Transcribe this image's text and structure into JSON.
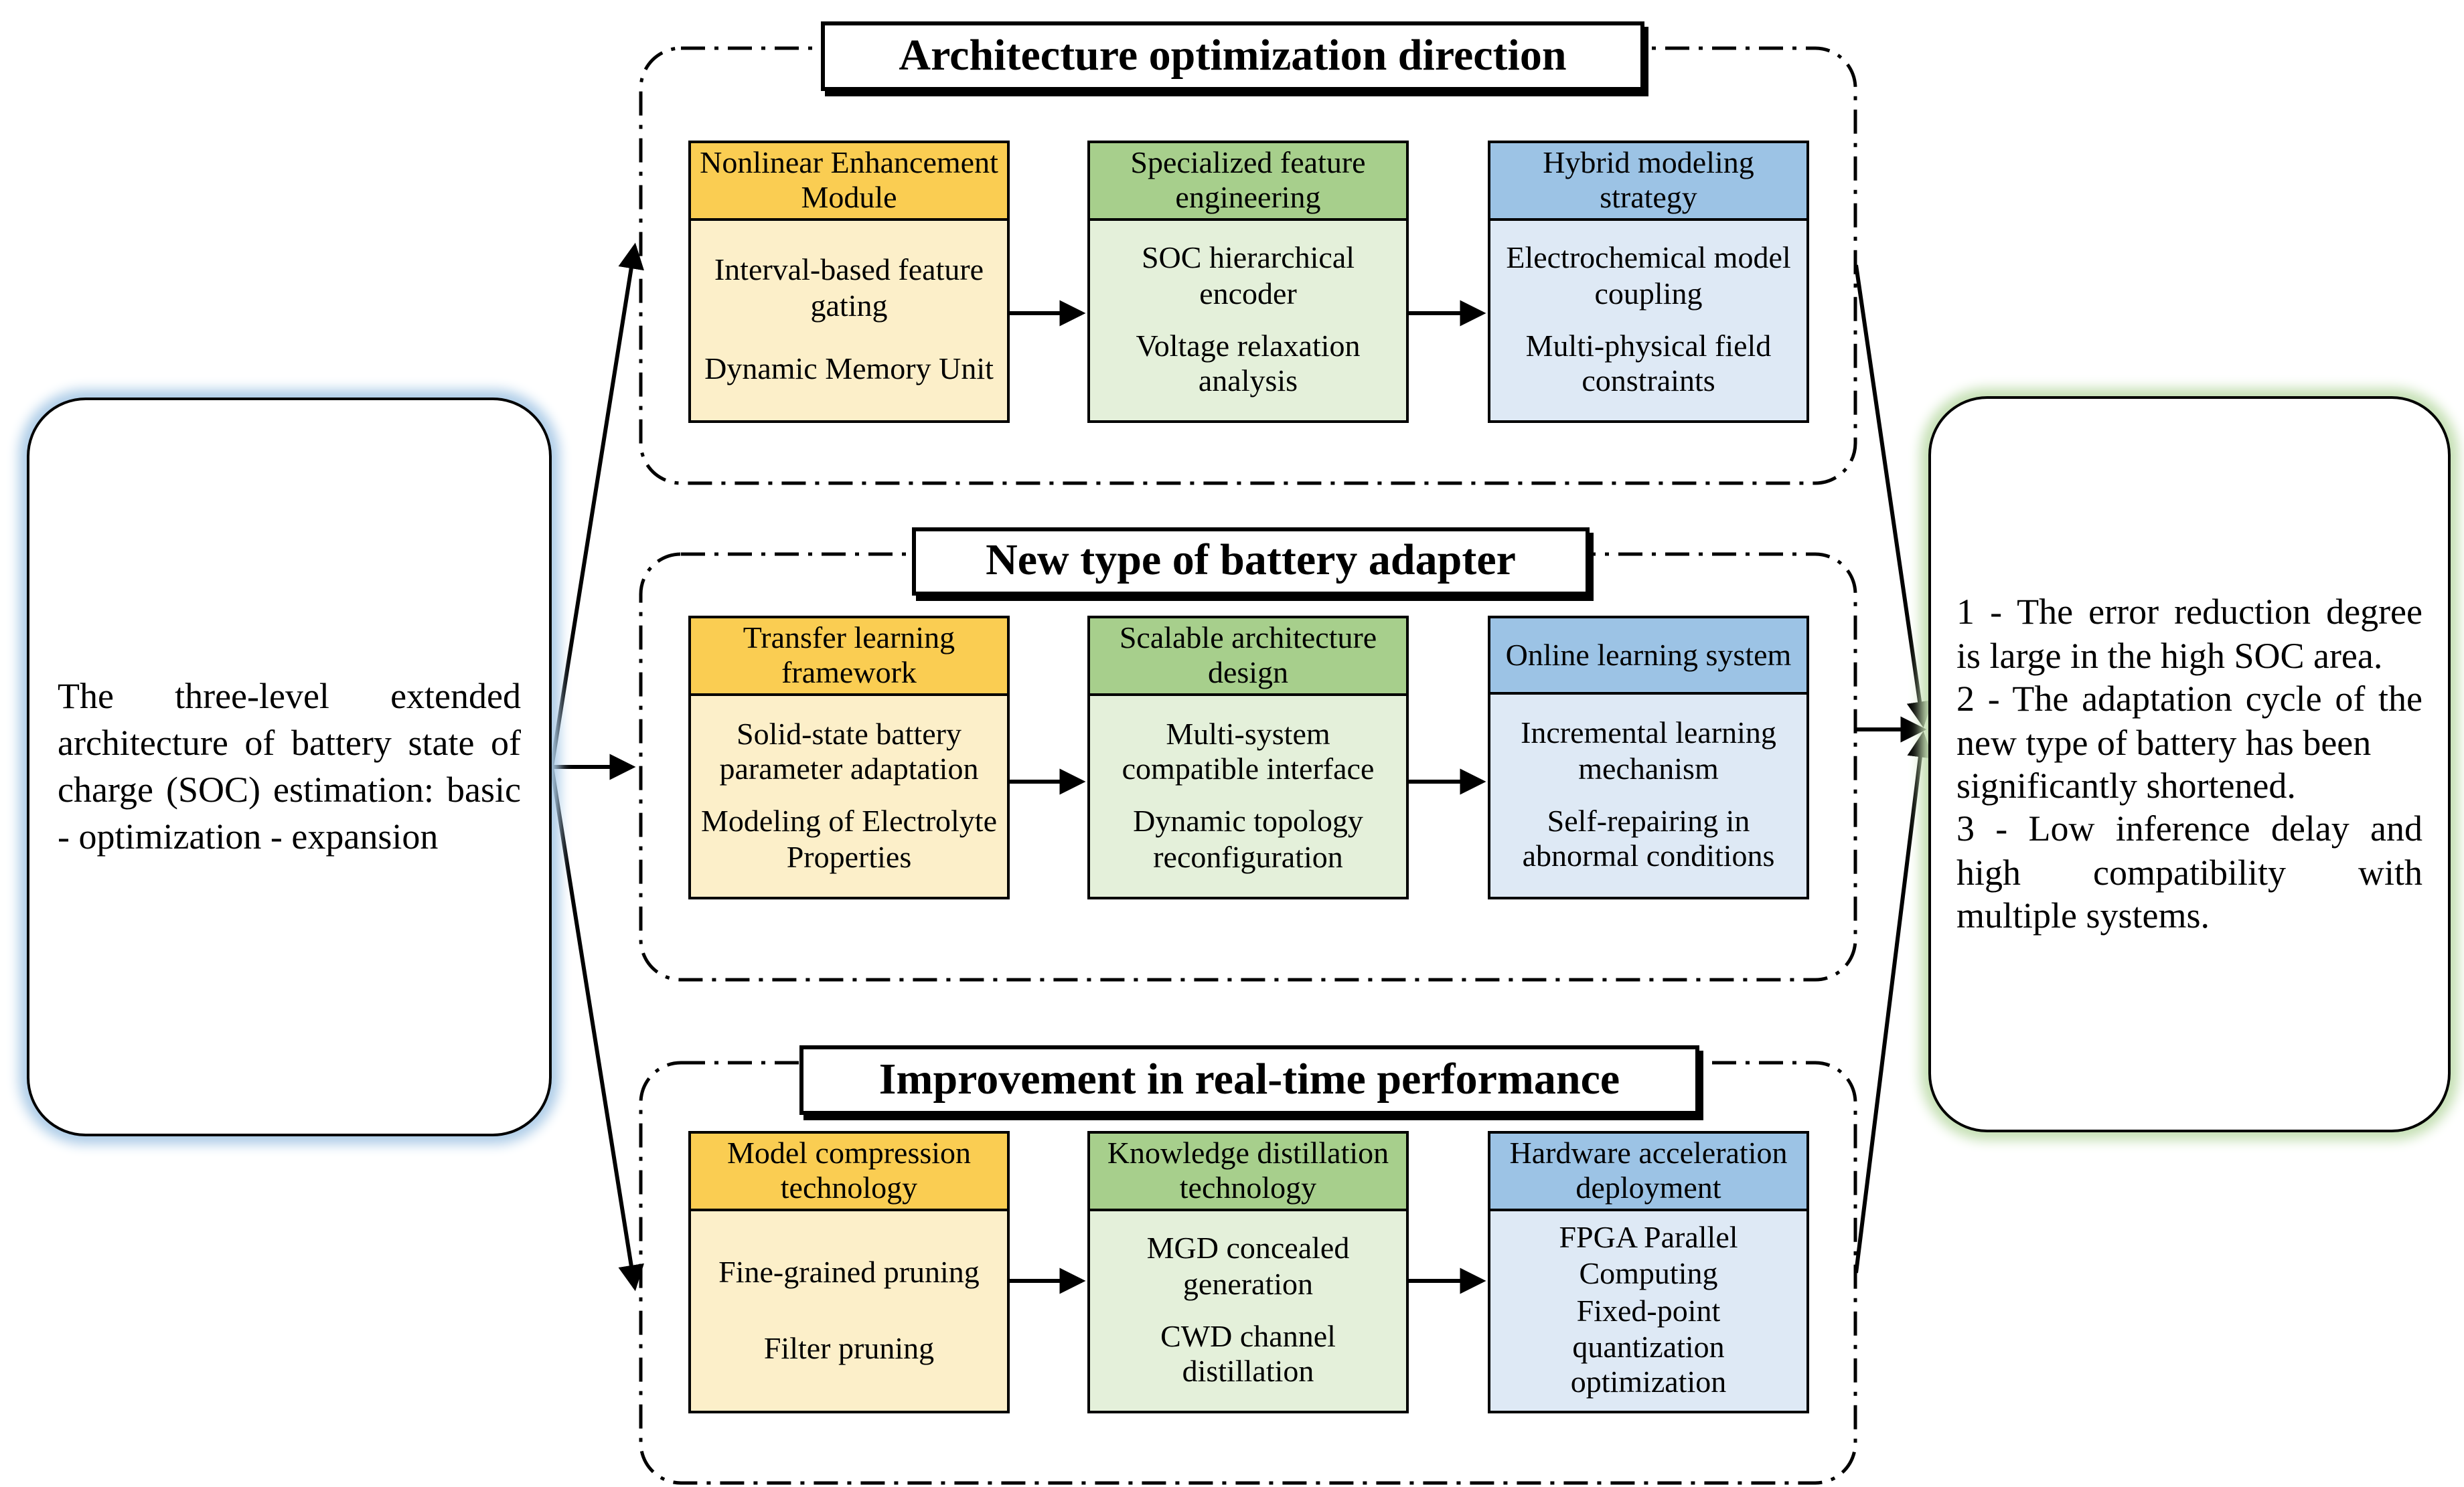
{
  "diagram": {
    "left_box_text": "The three-level extended architecture of battery state of charge (SOC) estimation: basic - optimization - expansion",
    "right_box_lines": [
      "1 - The error reduction degree is large in the high SOC area.",
      "2 - The adaptation cycle of the new type of battery has been",
      "significantly shortened.",
      "3 - Low inference delay and high compatibility with multiple systems."
    ],
    "groups": [
      {
        "title": "Architecture optimization direction",
        "boxes": [
          {
            "header": "Nonlinear Enhancement Module",
            "items": [
              "Interval-based feature gating",
              "Dynamic Memory Unit"
            ]
          },
          {
            "header": "Specialized feature engineering",
            "items": [
              "SOC hierarchical encoder",
              "Voltage relaxation analysis"
            ]
          },
          {
            "header": "Hybrid modeling strategy",
            "items": [
              "Electrochemical model coupling",
              "Multi-physical field constraints"
            ]
          }
        ]
      },
      {
        "title": "New type of battery adapter",
        "boxes": [
          {
            "header": "Transfer learning framework",
            "items": [
              "Solid-state battery parameter adaptation",
              "Modeling of Electrolyte Properties"
            ]
          },
          {
            "header": "Scalable architecture design",
            "items": [
              "Multi-system compatible interface",
              "Dynamic topology reconfiguration"
            ]
          },
          {
            "header": "Online learning system",
            "items": [
              "Incremental learning mechanism",
              "Self-repairing in abnormal conditions"
            ]
          }
        ]
      },
      {
        "title": "Improvement in real-time performance",
        "boxes": [
          {
            "header": "Model compression technology",
            "items": [
              "Fine-grained pruning",
              "Filter pruning"
            ]
          },
          {
            "header": "Knowledge distillation technology",
            "items": [
              "MGD concealed generation",
              "CWD channel distillation"
            ]
          },
          {
            "header": "Hardware acceleration deployment",
            "items": [
              "FPGA Parallel Computing",
              "Fixed-point quantization optimization"
            ]
          }
        ]
      }
    ]
  },
  "colors": {
    "box_fills": {
      "yellow-header": "#FACD52",
      "yellow-body": "#FCEFC9",
      "green-header": "#A7CF8C",
      "green-body": "#E4F0DA",
      "blue-header": "#9CC3E5",
      "blue-body": "#DEE9F5"
    },
    "left_box_glow": "#AECDE8",
    "right_box_glow": "#C5E0B4",
    "line_color": "#000000"
  }
}
